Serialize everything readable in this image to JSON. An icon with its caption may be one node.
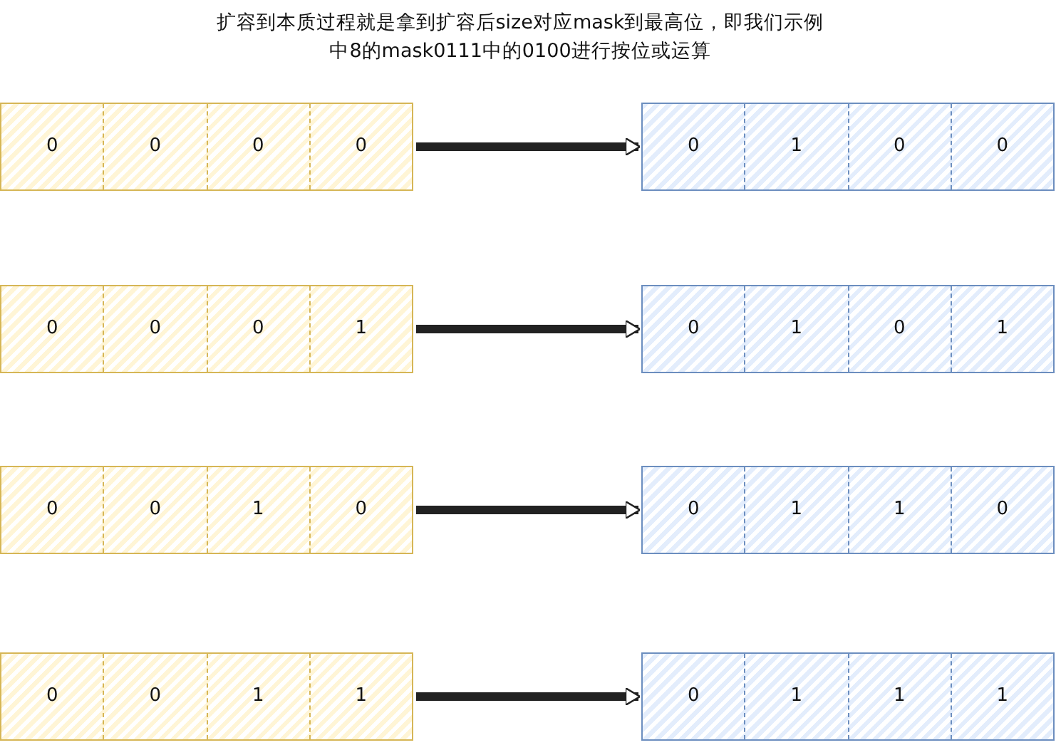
{
  "diagram": {
    "title": "扩容到本质过程就是拿到扩容后size对应mask到最高位，即我们示例中8的mask0111中的0100进行按位或运算",
    "nodes": [
      {
        "text": [],
        "shape": "bar"
      },
      {
        "text": [
          "0"
        ],
        "in": 0
      },
      {
        "text": [
          "0"
        ],
        "in": 0
      },
      {
        "text": [
          "0"
        ],
        "in": 0
      },
      {
        "text": [
          "0"
        ],
        "in": 0
      },
      {
        "text": [],
        "shape": "bar"
      },
      {
        "text": [
          "0"
        ],
        "in": 5
      },
      {
        "text": [
          "1"
        ],
        "in": 5
      },
      {
        "text": [
          "0"
        ],
        "in": 5
      },
      {
        "text": [
          "0"
        ],
        "in": 5
      },
      {
        "text": [],
        "shape": "bar"
      },
      {
        "text": [
          "0"
        ],
        "in": 10
      },
      {
        "text": [
          "0"
        ],
        "in": 10
      },
      {
        "text": [
          "0"
        ],
        "in": 10
      },
      {
        "text": [
          "1"
        ],
        "in": 10
      },
      {
        "text": [],
        "shape": "bar"
      },
      {
        "text": [
          "0"
        ],
        "in": 15
      },
      {
        "text": [
          "1"
        ],
        "in": 15
      },
      {
        "text": [
          "0"
        ],
        "in": 15
      },
      {
        "text": [
          "1"
        ],
        "in": 15
      },
      {
        "text": [],
        "shape": "bar"
      },
      {
        "text": [
          "0"
        ],
        "in": 20
      },
      {
        "text": [
          "0"
        ],
        "in": 20
      },
      {
        "text": [
          "1"
        ],
        "in": 20
      },
      {
        "text": [
          "0"
        ],
        "in": 20
      },
      {
        "text": [],
        "shape": "bar"
      },
      {
        "text": [
          "0"
        ],
        "in": 25
      },
      {
        "text": [
          "1"
        ],
        "in": 25
      },
      {
        "text": [
          "1"
        ],
        "in": 25
      },
      {
        "text": [
          "0"
        ],
        "in": 25
      },
      {
        "text": [],
        "shape": "bar"
      },
      {
        "text": [
          "0"
        ],
        "in": 30
      },
      {
        "text": [
          "0"
        ],
        "in": 30
      },
      {
        "text": [
          "1"
        ],
        "in": 30
      },
      {
        "text": [
          "1"
        ],
        "in": 30
      },
      {
        "text": [],
        "shape": "bar"
      },
      {
        "text": [
          "0"
        ],
        "in": 35
      },
      {
        "text": [
          "1"
        ],
        "in": 35
      },
      {
        "text": [
          "1"
        ],
        "in": 35
      },
      {
        "text": [
          "1"
        ],
        "in": 35
      }
    ],
    "edges": [
      {
        "from": 0,
        "to": 5,
        "arrow": "to"
      },
      {
        "from": 10,
        "to": 15,
        "arrow": "to"
      },
      {
        "from": 20,
        "to": 25,
        "arrow": "to"
      },
      {
        "from": 30,
        "to": 35,
        "arrow": "to"
      }
    ]
  }
}
